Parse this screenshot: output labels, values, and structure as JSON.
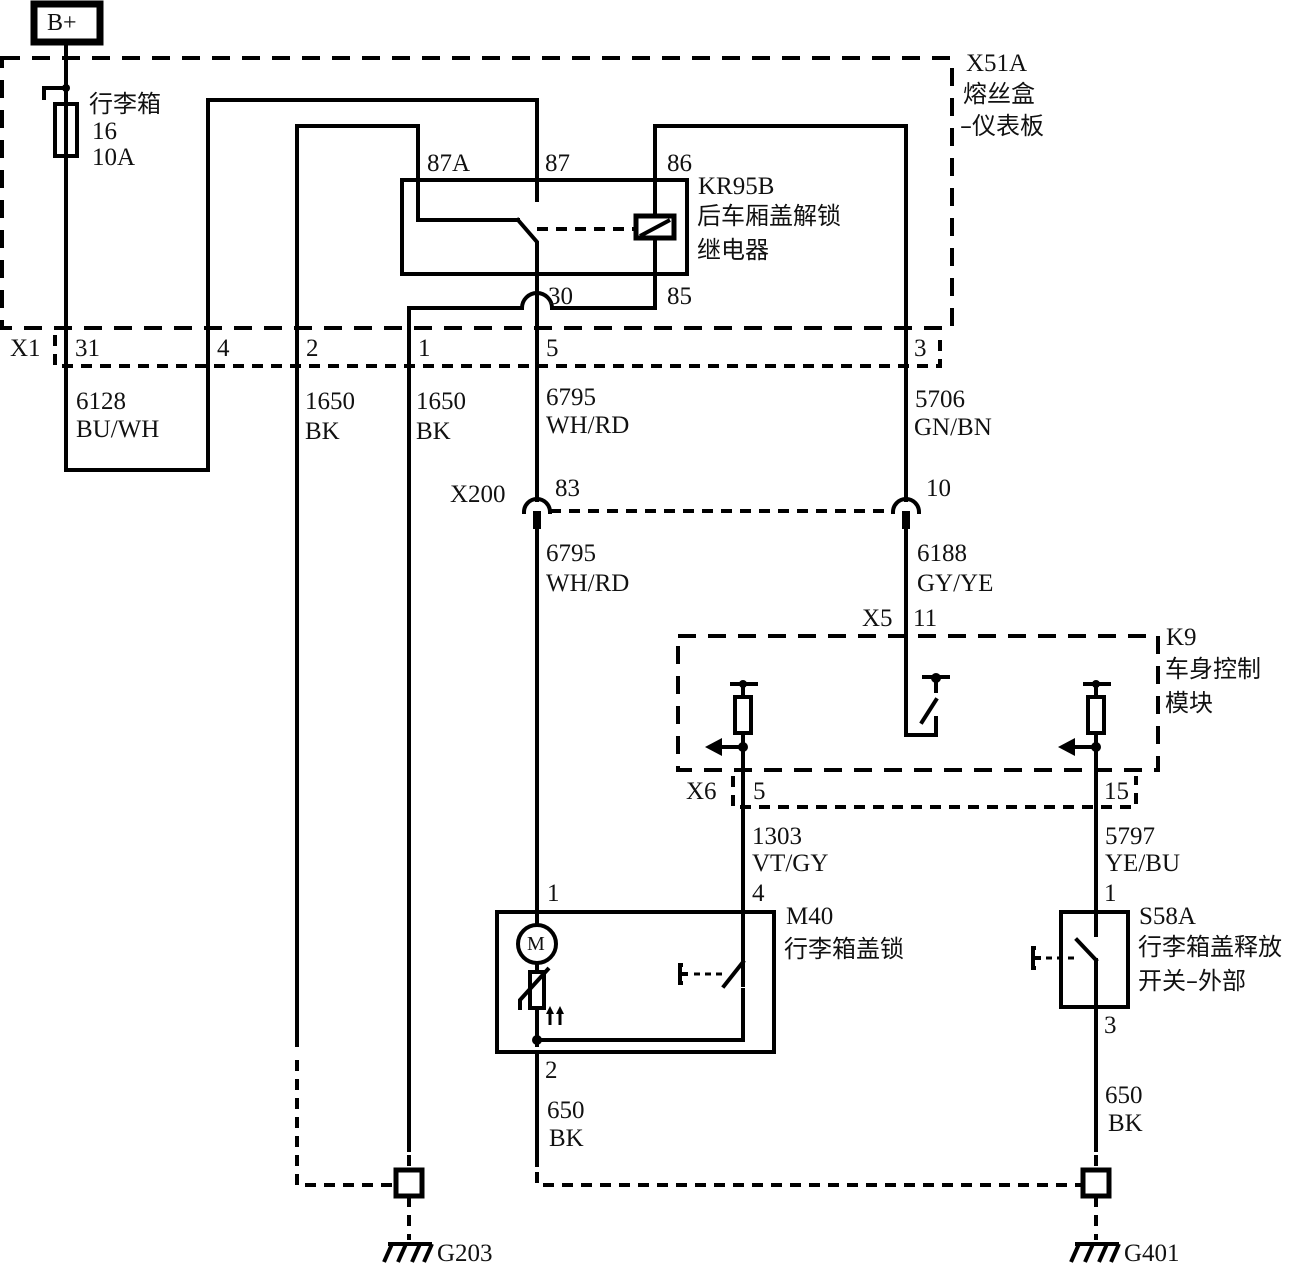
{
  "power": {
    "label": "B+"
  },
  "fuse_block": {
    "id": "X51A",
    "name_line1": "熔丝盒",
    "name_line2": "–仪表板",
    "connector": "X1",
    "fuse": {
      "name": "行李箱",
      "number": "16",
      "rating": "10A"
    },
    "pins": {
      "p31": "31",
      "p4": "4",
      "p2": "2",
      "p1": "1",
      "p5": "5",
      "p3": "3"
    }
  },
  "relay": {
    "id": "KR95B",
    "name_line1": "后车厢盖解锁",
    "name_line2": "继电器",
    "pins": {
      "p87a": "87A",
      "p87": "87",
      "p86": "86",
      "p30": "30",
      "p85": "85"
    }
  },
  "wires": {
    "w6128": {
      "circuit": "6128",
      "color": "BU/WH"
    },
    "w1650a": {
      "circuit": "1650",
      "color": "BK"
    },
    "w1650b": {
      "circuit": "1650",
      "color": "BK"
    },
    "w6795a": {
      "circuit": "6795",
      "color": "WH/RD"
    },
    "w5706": {
      "circuit": "5706",
      "color": "GN/BN"
    },
    "w6795b": {
      "circuit": "6795",
      "color": "WH/RD"
    },
    "w6188": {
      "circuit": "6188",
      "color": "GY/YE"
    },
    "w1303": {
      "circuit": "1303",
      "color": "VT/GY"
    },
    "w5797": {
      "circuit": "5797",
      "color": "YE/BU"
    },
    "w650a": {
      "circuit": "650",
      "color": "BK"
    },
    "w650b": {
      "circuit": "650",
      "color": "BK"
    }
  },
  "inline_connector": {
    "id": "X200",
    "pin_left": "83",
    "pin_right": "10"
  },
  "bcm": {
    "id": "K9",
    "name_line1": "车身控制",
    "name_line2": "模块",
    "conn_top": "X5",
    "pin_top": "11",
    "conn_bottom": "X6",
    "pin_left": "5",
    "pin_right": "15"
  },
  "trunk_lock": {
    "id": "M40",
    "name": "行李箱盖锁",
    "pin1": "1",
    "pin4": "4",
    "pin2": "2",
    "motor_symbol": "M"
  },
  "release_switch": {
    "id": "S58A",
    "name_line1": "行李箱盖释放",
    "name_line2": "开关–外部",
    "pin1": "1",
    "pin3": "3"
  },
  "grounds": {
    "left": "G203",
    "right": "G401"
  }
}
